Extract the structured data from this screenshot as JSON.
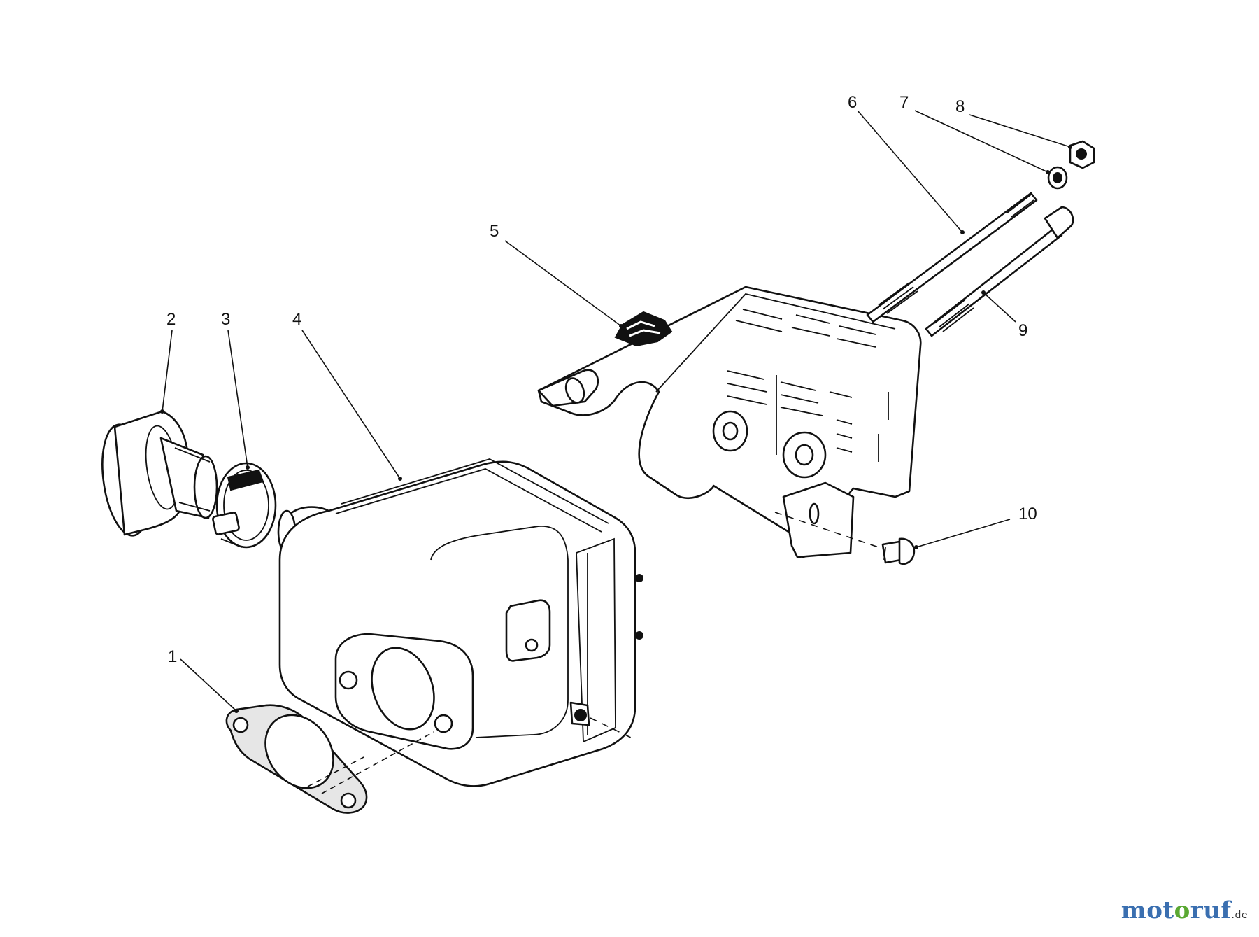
{
  "callouts": [
    {
      "id": "callout-1",
      "number": "1"
    },
    {
      "id": "callout-2",
      "number": "2"
    },
    {
      "id": "callout-3",
      "number": "3"
    },
    {
      "id": "callout-4",
      "number": "4"
    },
    {
      "id": "callout-5",
      "number": "5"
    },
    {
      "id": "callout-6",
      "number": "6"
    },
    {
      "id": "callout-7",
      "number": "7"
    },
    {
      "id": "callout-8",
      "number": "8"
    },
    {
      "id": "callout-9",
      "number": "9"
    },
    {
      "id": "callout-10",
      "number": "10"
    }
  ],
  "watermark": {
    "part1": "mot",
    "part2": "o",
    "part3": "ruf",
    "suffix": ".de"
  }
}
